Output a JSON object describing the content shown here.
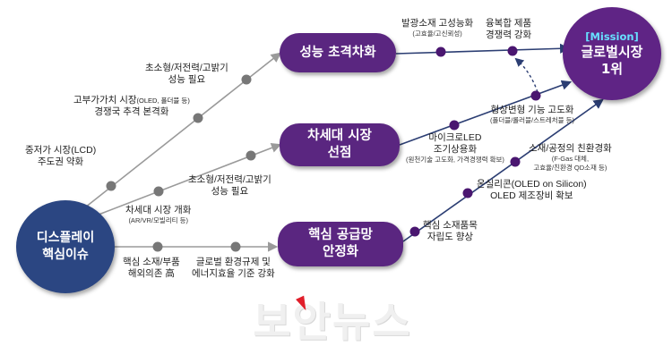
{
  "nodes": {
    "source": {
      "line1": "디스플레이",
      "line2": "핵심이슈"
    },
    "goal_performance": {
      "line1": "성능 초격차화"
    },
    "goal_nextgen": {
      "line1": "차세대 시장",
      "line2": "선점"
    },
    "goal_supply": {
      "line1": "핵심 공급망",
      "line2": "안정화"
    },
    "mission": {
      "tag": "[Mission]",
      "line1": "글로벌시장",
      "line2": "1위"
    }
  },
  "labels": {
    "mid_market": {
      "line1": "중저가 시장(LCD)",
      "line2": "주도권 약화"
    },
    "high_value": {
      "line1": "고부가가치 시장",
      "line1_sub": "(OLED, 폴더블 등)",
      "line2": "경쟁국 추격 본격화"
    },
    "small_1": {
      "line1": "초소형/저전력/고밝기",
      "line2": "성능 필요"
    },
    "nextgen_open": {
      "line1": "차세대 시장 개화",
      "sub": "(AR/VR/모빌리티 등)"
    },
    "small_2": {
      "line1": "초소형/저전력/고밝기",
      "line2": "성능 필요"
    },
    "core_parts": {
      "line1": "핵심 소재/부품",
      "line2": "해외의존 高"
    },
    "env_reg": {
      "line1": "글로벌 환경규제 및",
      "line2": "에너지효율 기준 강화"
    },
    "emission": {
      "line1": "발광소재 고성능화",
      "sub": "(고효율/고신뢰성)"
    },
    "composite": {
      "line1": "융복합 제품",
      "line2": "경쟁력 강화"
    },
    "shape_change": {
      "line1": "형상변형 기능 고도화",
      "sub": "(폴더블/롤러블/스트레처블 등)"
    },
    "micro_led": {
      "line1": "마이크로LED",
      "line2": "조기상용화",
      "sub": "(원천기술 고도화, 가격경쟁력 확보)"
    },
    "eco": {
      "line1": "소재/공정의 친환경화",
      "sub1": "(F-Gas 대체,",
      "sub2": "고효율/친환경 QD소재 등)"
    },
    "oled_si": {
      "line1": "온실리콘(OLED on Silicon)",
      "line2": "OLED 제조장비 확보"
    },
    "self_reliance": {
      "line1": "핵심 소재품목",
      "line2": "자립도 향상"
    }
  },
  "watermark": "보안뉴스",
  "colors": {
    "goal_fill": "#5a2680",
    "source_fill": "#2b4682",
    "mission_fill": "#5f2485",
    "mission_tag": "#67e0ff",
    "connector_gray": "#9a9a9a",
    "dot_gray": "#777777",
    "dot_purple": "#4a1670",
    "line_navy": "#2c3e73"
  }
}
